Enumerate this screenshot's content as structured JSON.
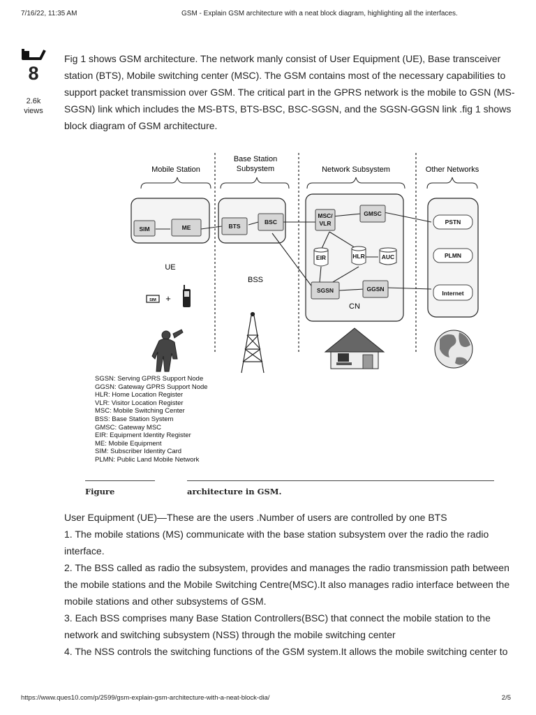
{
  "header": {
    "datetime": "7/16/22, 11:35 AM",
    "title": "GSM - Explain GSM architecture with a neat block diagram, highlighting all the interfaces."
  },
  "vote": {
    "icon": "thumbs-up-icon",
    "count": "8",
    "views_count": "2.6k",
    "views_label": "views"
  },
  "intro": "Fig 1 shows GSM architecture. The network manly consist of User Equipment (UE), Base transceiver station (BTS), Mobile switching center (MSC). The GSM contains most of the necessary capabilities to support packet transmission over GSM. The critical part in the GPRS network is the mobile to GSN (MS-SGSN) link which includes the MS-BTS, BTS-BSC, BSC-SGSN, and the SGSN-GGSN link .fig 1 shows block diagram of GSM architecture.",
  "diagram": {
    "sections": {
      "mobile_station": "Mobile Station",
      "bss_line1": "Base Station",
      "bss_line2": "Subsystem",
      "network": "Network Subsystem",
      "other": "Other Networks"
    },
    "nodes": {
      "sim": "SIM",
      "me": "ME",
      "bts": "BTS",
      "bsc": "BSC",
      "msc_line1": "MSC/",
      "msc_line2": "VLR",
      "gmsc": "GMSC",
      "eir": "EIR",
      "hlr": "HLR",
      "auc": "AUC",
      "sgsn": "SGSN",
      "ggsn": "GGSN",
      "pstn": "PSTN",
      "plmn": "PLMN",
      "internet": "Internet"
    },
    "group_labels": {
      "ue": "UE",
      "bss": "BSS",
      "cn": "CN"
    },
    "sim_card_label": "SIM"
  },
  "legend": [
    "SGSN: Serving GPRS Support Node",
    "GGSN: Gateway GPRS Support Node",
    "HLR: Home Location Register",
    "VLR: Visitor Location Register",
    "MSC: Mobile Switching Center",
    "BSS: Base Station System",
    "GMSC: Gateway MSC",
    "EIR: Equipment Identity Register",
    "ME: Mobile Equipment",
    "SIM: Subscriber Identity Card",
    "PLMN: Public Land Mobile Network"
  ],
  "caption": {
    "left": "Figure",
    "right": "architecture in GSM."
  },
  "body": {
    "lead_title": "User Equipment (UE)",
    "lead_rest": "—These are the users .Number of users are controlled by one BTS",
    "points": [
      "1. The mobile stations (MS) communicate with the base station subsystem over the radio the radio interface.",
      "2. The BSS called as radio the subsystem, provides and manages the radio transmission path between the mobile stations and the Mobile Switching Centre(MSC).It also manages radio interface between the mobile stations and other subsystems of GSM.",
      "3. Each BSS comprises many Base Station Controllers(BSC) that connect the mobile station to the network and switching subsystem (NSS) through the mobile switching center",
      "4. The NSS controls the switching functions of the GSM system.It allows the mobile switching center to"
    ]
  },
  "footer": {
    "url": "https://www.ques10.com/p/2599/gsm-explain-gsm-architecture-with-a-neat-block-dia/",
    "page": "2/5"
  }
}
